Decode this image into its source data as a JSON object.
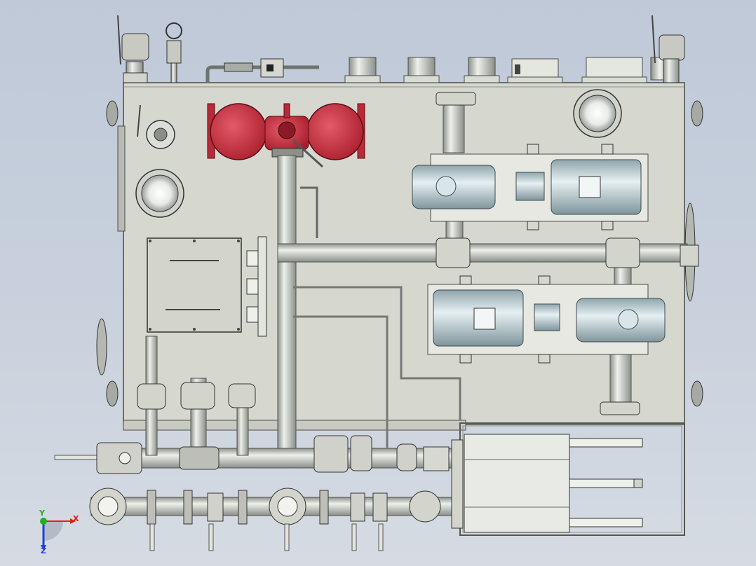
{
  "view": {
    "type": "cad-3d-assembly-view",
    "background_colors": [
      "#bfc9d8",
      "#d6dbe3"
    ],
    "accent_valve_color": "#c8283a",
    "panel_color": "#d6d8cf",
    "pipe_color": "#c9cbc6",
    "motor_color": "#c9d8dc"
  },
  "triad": {
    "x_label": "X",
    "y_label": "Y",
    "z_label": "Z",
    "x_color": "#e02020",
    "y_color": "#20b020",
    "z_color": "#2040e0"
  }
}
